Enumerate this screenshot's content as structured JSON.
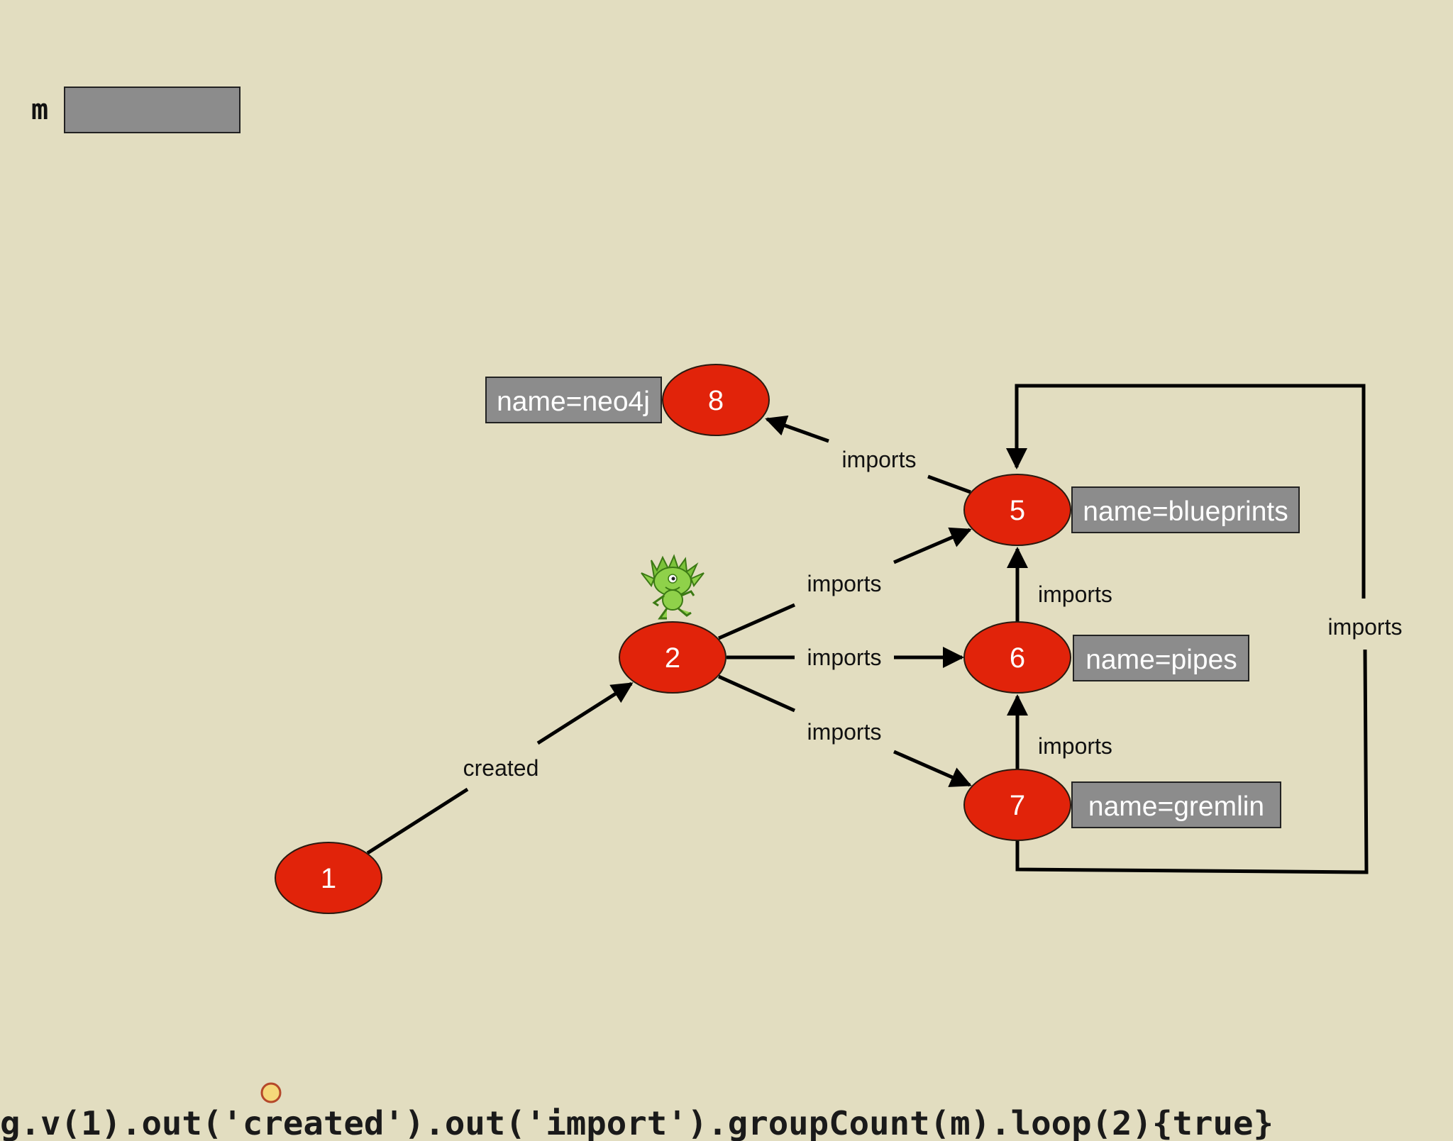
{
  "map": {
    "label": "m"
  },
  "query": "g.v(1).out('created').out('import').groupCount(m).loop(2){true}",
  "colors": {
    "background": "#e2ddc0",
    "node": "#e1230a",
    "property_box": "#8c8c8c"
  },
  "nodes": [
    {
      "id": "1",
      "label": "1"
    },
    {
      "id": "2",
      "label": "2"
    },
    {
      "id": "5",
      "label": "5",
      "property": "name=blueprints"
    },
    {
      "id": "6",
      "label": "6",
      "property": "name=pipes"
    },
    {
      "id": "7",
      "label": "7",
      "property": "name=gremlin"
    },
    {
      "id": "8",
      "label": "8",
      "property": "name=neo4j"
    }
  ],
  "edges": [
    {
      "from": "1",
      "to": "2",
      "label": "created"
    },
    {
      "from": "2",
      "to": "5",
      "label": "imports"
    },
    {
      "from": "2",
      "to": "6",
      "label": "imports"
    },
    {
      "from": "2",
      "to": "7",
      "label": "imports"
    },
    {
      "from": "5",
      "to": "8",
      "label": "imports"
    },
    {
      "from": "6",
      "to": "5",
      "label": "imports"
    },
    {
      "from": "7",
      "to": "6",
      "label": "imports"
    },
    {
      "from": "7",
      "to": "5",
      "label": "imports"
    }
  ],
  "traverser": {
    "icon": "gremlin-mascot-icon",
    "at_node": "2"
  },
  "pointer": {
    "icon": "circle-marker-icon"
  }
}
